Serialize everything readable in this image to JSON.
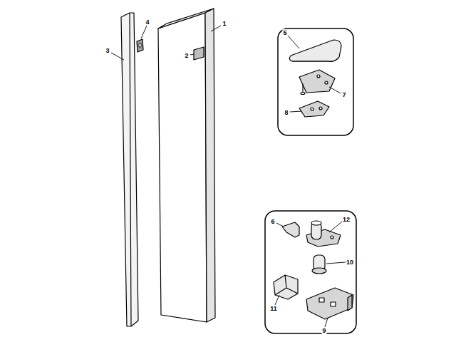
{
  "diagram": {
    "labels": [
      "1",
      "2",
      "3",
      "4",
      "5",
      "7",
      "8",
      "6",
      "12",
      "10",
      "11",
      "9"
    ]
  }
}
